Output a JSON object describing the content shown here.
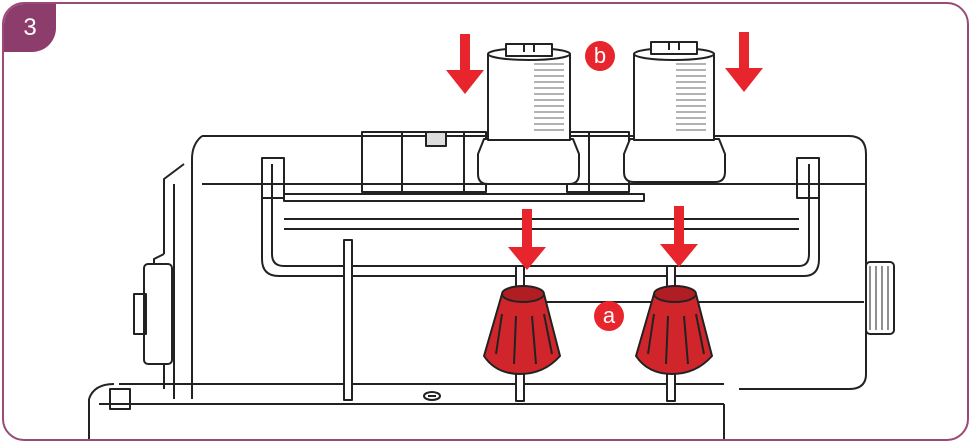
{
  "step": {
    "number": "3",
    "color": "#8c3d6c"
  },
  "callouts": {
    "a": {
      "label": "a"
    },
    "b": {
      "label": "b"
    },
    "color": "#e8252c"
  },
  "colors": {
    "frame": "#9b4a78",
    "arrow": "#e8252c",
    "spool_pin_cap": "#d0262b",
    "line_art": "#222222"
  }
}
